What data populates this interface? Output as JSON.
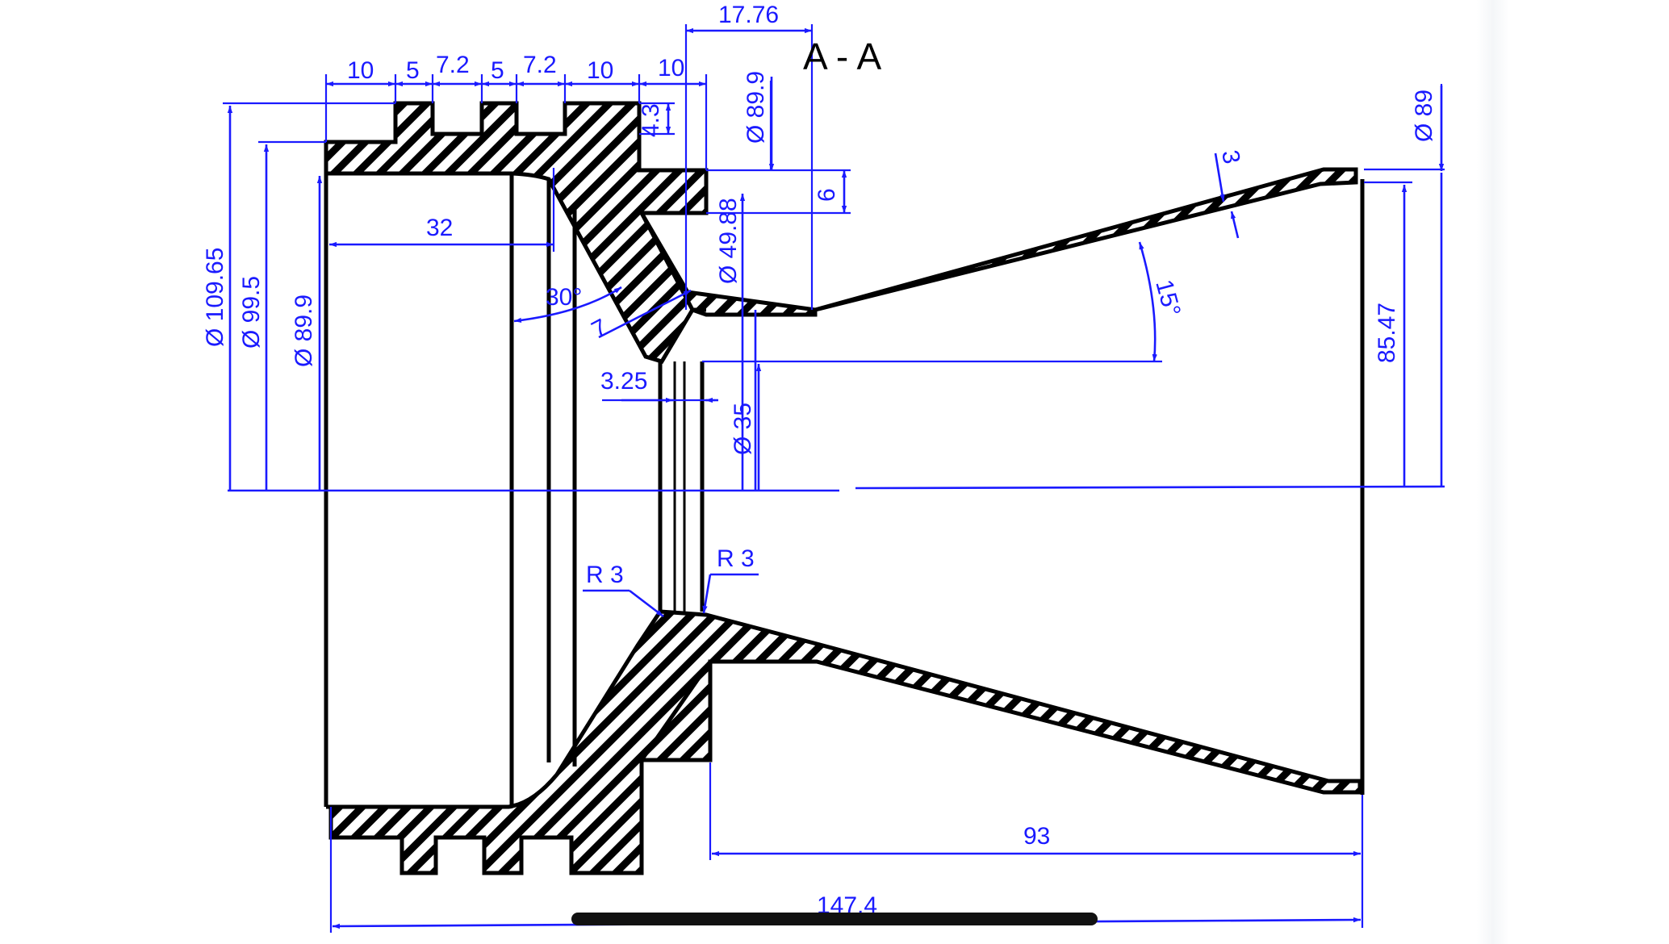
{
  "title": "A - A",
  "colors": {
    "dimension": "#1a1aff",
    "outline": "#000000",
    "background": "#ffffff"
  },
  "dimensions": {
    "d_top_w1": "10",
    "d_top_w2": "5",
    "d_top_w3": "7.2",
    "d_top_w4": "5",
    "d_top_w5": "7.2",
    "d_top_w6": "10",
    "d_top_w7": "10",
    "d_17_76": "17.76",
    "d_4_3": "4.3",
    "d_dia_89_9_top": "Ø 89.9",
    "d_6": "6",
    "d_dia_49_88": "Ø 49.88",
    "d_32": "32",
    "d_30deg": "30°",
    "d_7": "7",
    "d_3_25": "3.25",
    "d_dia_35": "Ø 35",
    "d_dia_109_65": "Ø 109.65",
    "d_dia_99_5": "Ø 99.5",
    "d_dia_89_9_left": "Ø 89.9",
    "d_3": "3",
    "d_15deg": "15°",
    "d_dia_89_right": "Ø 89",
    "d_85_47": "85.47",
    "d_r3_left": "R 3",
    "d_r3_right": "R 3",
    "d_93": "93",
    "d_147_4": "147.4"
  }
}
